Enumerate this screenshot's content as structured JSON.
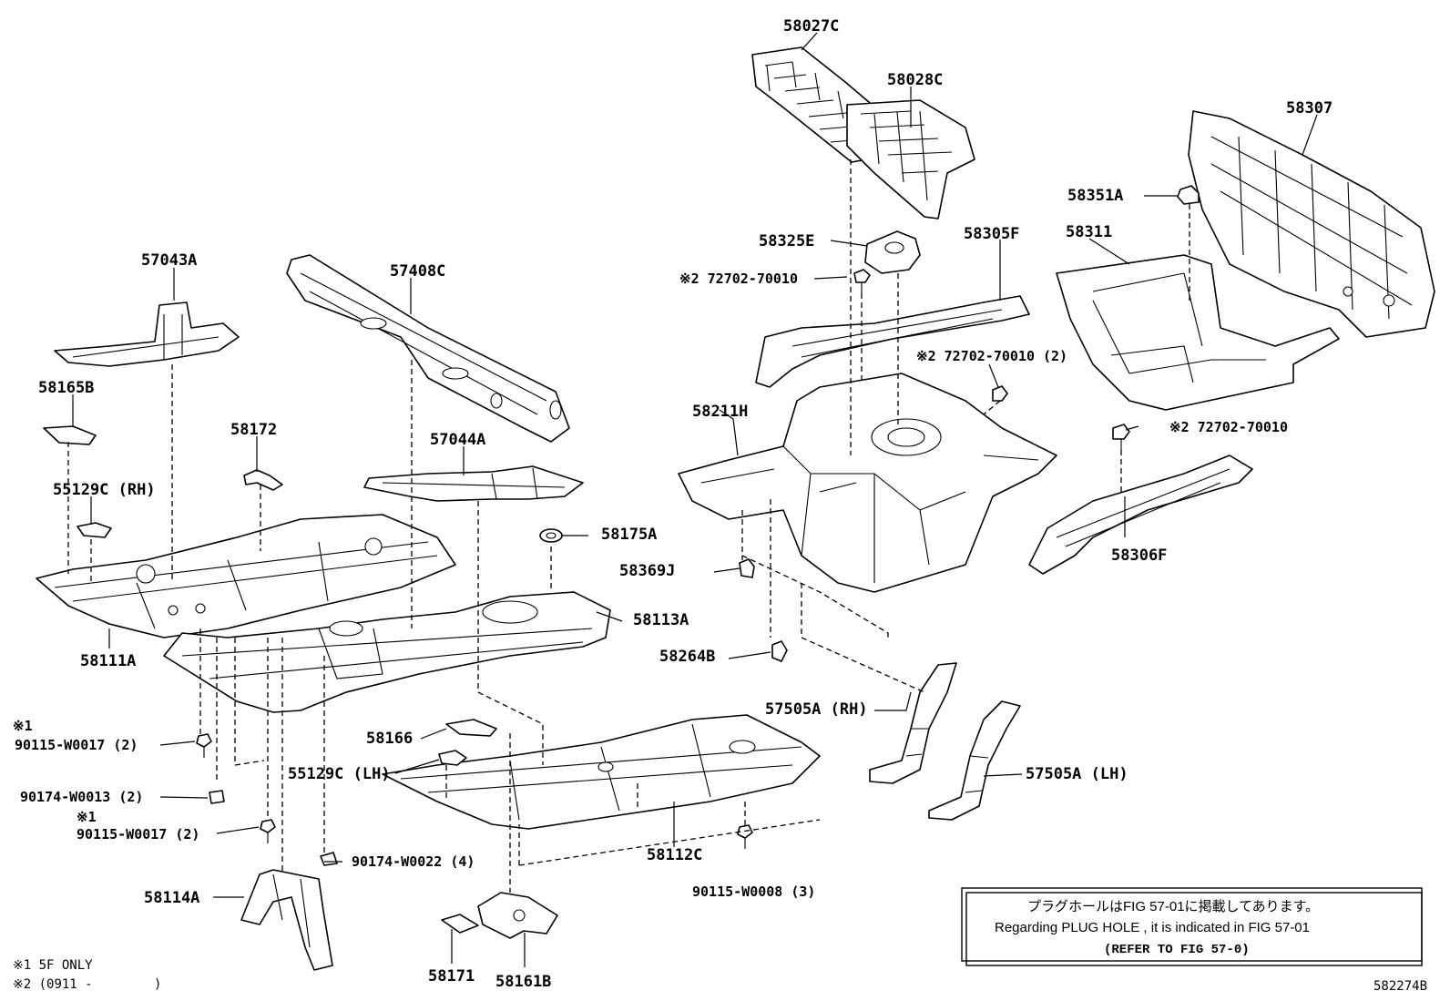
{
  "labels": {
    "p58027C": "58027C",
    "p58028C": "58028C",
    "p58307": "58307",
    "p58351A": "58351A",
    "p58311": "58311",
    "p58325E": "58325E",
    "p58305F": "58305F",
    "bolt_72702_a": "※2 72702-70010",
    "bolt_72702_b": "※2 72702-70010 (2)",
    "bolt_72702_c": "※2 72702-70010",
    "p58211H": "58211H",
    "p58306F": "58306F",
    "p57043A": "57043A",
    "p57408C": "57408C",
    "p58165B": "58165B",
    "p58172": "58172",
    "p57044A": "57044A",
    "p55129C_RH": "55129C (RH)",
    "p58175A": "58175A",
    "p58369J": "58369J",
    "p58113A": "58113A",
    "p58111A": "58111A",
    "p58264B": "58264B",
    "p57505A_RH": "57505A (RH)",
    "p57505A_LH": "57505A (LH)",
    "mark1_a": "※1",
    "b90115_W0017_a": "90115-W0017 (2)",
    "p58166": "58166",
    "p55129C_LH": "55129C (LH)",
    "n90174_W0013": "90174-W0013 (2)",
    "mark1_b": "※1",
    "b90115_W0017_b": "90115-W0017 (2)",
    "n90174_W0022": "90174-W0022 (4)",
    "p58112C": "58112C",
    "b90115_W0008": "90115-W0008 (3)",
    "p58114A": "58114A",
    "p58171": "58171",
    "p58161B": "58161B"
  },
  "note_box": {
    "line1": "プラグホールはFIG 57-01に掲載してあります。",
    "line2": "Regarding PLUG HOLE , it is indicated in FIG 57-01",
    "line3": "(REFER TO FIG 57-0)"
  },
  "footnotes": {
    "f1": "※1 5F ONLY",
    "f2": "※2 (0911 -        )"
  },
  "diagram_id": "582274B"
}
